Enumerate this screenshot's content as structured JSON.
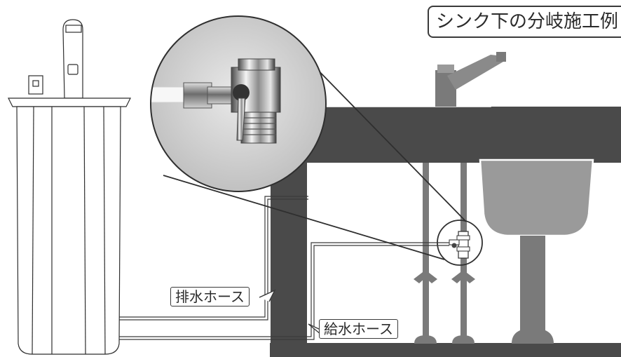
{
  "title": "シンク下の分岐施工例",
  "labels": {
    "drain_hose": "排水ホース",
    "supply_hose": "給水ホース"
  },
  "colors": {
    "counter": "#4a4a4a",
    "pipe": "#7a7a7a",
    "sink": "#9a9a9a",
    "outline": "#2f2f2f",
    "background": "#ffffff"
  }
}
